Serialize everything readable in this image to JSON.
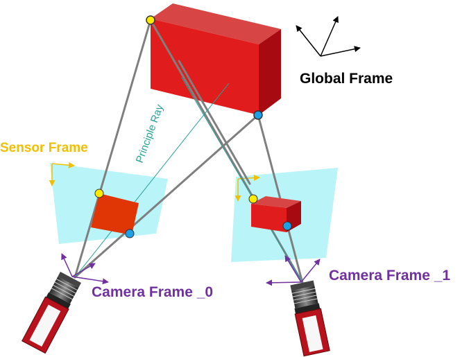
{
  "labels": {
    "global_frame": "Global Frame",
    "sensor_frame": "Sensor Frame",
    "principle_ray": "Principle Ray",
    "camera_frame_0": "Camera Frame _0",
    "camera_frame_1": "Camera Frame _1"
  },
  "colors": {
    "object_front": "#e01c1c",
    "object_top": "#d84545",
    "object_side": "#a80a12",
    "sensor_plane": "#b9f4f8",
    "projected_box_0": "#e03505",
    "ray_lines": "#7f7f7f",
    "principle_ray_line": "#2aa198",
    "yellow_point": "#ffeb00",
    "blue_point": "#1ea0e6",
    "camera_axes": "#7030a0",
    "sensor_axes": "#f0c000",
    "camera_body": "#b8121c"
  },
  "icons": [
    "global-axes-icon",
    "sensor-axes-icon",
    "camera-axes-icon",
    "camera-icon"
  ]
}
